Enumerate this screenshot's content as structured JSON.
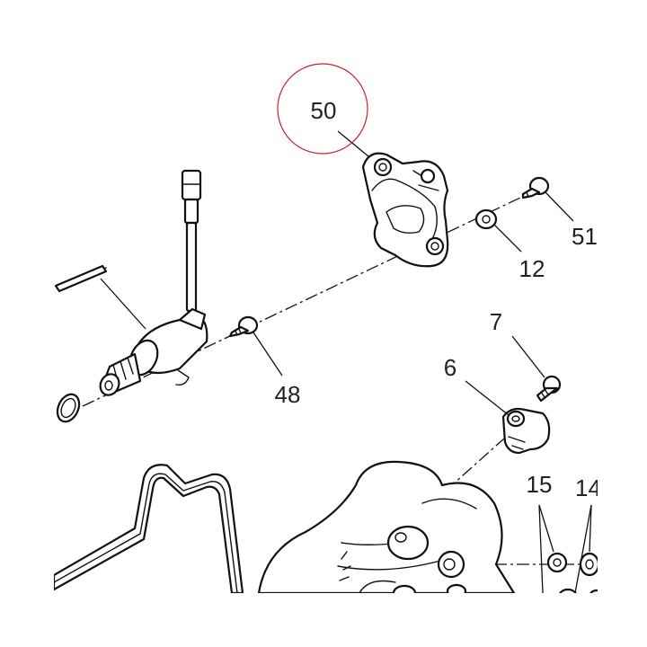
{
  "callouts": [
    {
      "id": "50",
      "label": "50",
      "highlighted": true
    },
    {
      "id": "51",
      "label": "51"
    },
    {
      "id": "12",
      "label": "12"
    },
    {
      "id": "7",
      "label": "7"
    },
    {
      "id": "6",
      "label": "6"
    },
    {
      "id": "48",
      "label": "48"
    },
    {
      "id": "15",
      "label": "15"
    },
    {
      "id": "14",
      "label": "14"
    }
  ],
  "colors": {
    "line": "#111111",
    "text": "#222222",
    "highlight": "#c8242a"
  }
}
